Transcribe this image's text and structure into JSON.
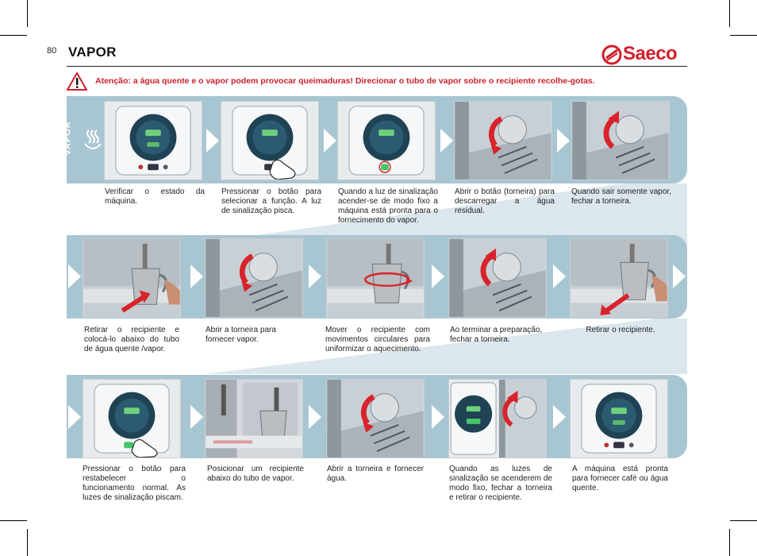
{
  "page": {
    "number": "80",
    "title": "VAPOR",
    "brand": "Saeco",
    "side_label": "VAPOR"
  },
  "warning": "Atenção: a água quente e o vapor podem provocar queimaduras! Direcionar o tubo de vapor sobre o recipiente recolhe-gotas.",
  "colors": {
    "band": "#a8c6d2",
    "warning_red": "#cc1f2a",
    "brand_red": "#d21f2b",
    "arrow_red": "#d8232a"
  },
  "rows": [
    {
      "steps": [
        {
          "image": "control-panel-icon",
          "caption": "Verificar o estado da máquina."
        },
        {
          "image": "control-panel-press-icon",
          "caption": "Pressionar o botão para selecionar a função. A luz de sinalização pisca."
        },
        {
          "image": "control-panel-light-icon",
          "caption": "Quando a luz de sinalização acender-se de modo fixo a máquina está pronta para o fornecimento do vapor."
        },
        {
          "image": "knob-open-icon",
          "caption": "Abrir o botão (torneira) para descarregar a água residual."
        },
        {
          "image": "knob-close-icon",
          "caption": "Quando sair somente vapor, fechar a torneira."
        }
      ]
    },
    {
      "steps": [
        {
          "image": "jug-under-wand-icon",
          "caption": "Retirar o recipiente e colocá-lo abaixo do tubo de água quente /vapor."
        },
        {
          "image": "knob-open-icon",
          "caption": "Abrir a torneira para fornecer vapor."
        },
        {
          "image": "jug-circular-icon",
          "caption": "Mover o recipiente com movimentos circulares para uniformizar o aquecimento."
        },
        {
          "image": "knob-close-icon",
          "caption": "Ao terminar a preparação, fechar a torneira."
        },
        {
          "image": "jug-remove-icon",
          "caption": "Retirar o recipiente."
        }
      ]
    },
    {
      "steps": [
        {
          "image": "control-panel-press-icon",
          "caption": "Pressionar o botão para restabelecer o funcionamento normal. As luzes de sinalização piscam."
        },
        {
          "image": "machine-jug-icon",
          "caption": "Posicionar um recipiente abaixo do tubo de vapor."
        },
        {
          "image": "knob-open-icon",
          "caption": "Abrir a torneira e fornecer água."
        },
        {
          "image": "panel-and-knob-icon",
          "caption": "Quando as luzes de sinalização se acenderem de modo fixo, fechar a torneira e retirar o recipiente."
        },
        {
          "image": "control-panel-icon",
          "caption": "A máquina está pronta para fornecer café ou água quente."
        }
      ]
    }
  ]
}
